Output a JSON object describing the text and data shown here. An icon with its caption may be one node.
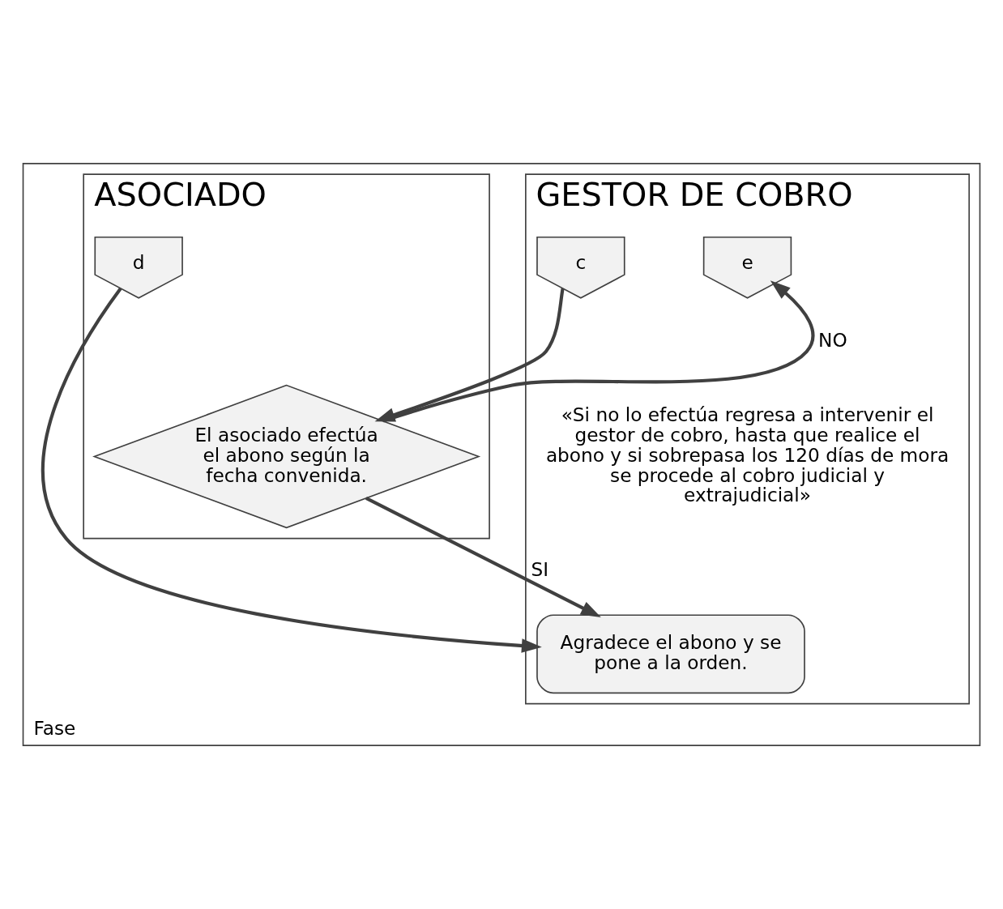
{
  "diagram": {
    "nodes": [
      {
        "text": [
          "Fase"
        ]
      },
      {
        "text": [
          "GESTOR DE COBRO"
        ],
        "in": 0
      },
      {
        "text": [
          "ASOCIADO"
        ],
        "in": 0
      },
      {
        "text": [
          "e"
        ],
        "in": 1
      },
      {
        "text": [
          "c"
        ],
        "in": 1
      },
      {
        "text": [
          "d"
        ],
        "in": 2
      },
      {
        "text": [
          "El asociado efectúa el abono según la fecha convenida."
        ],
        "in": 2
      },
      {
        "text": [
          "Agradece el abono y se pone a la orden."
        ],
        "in": 1
      }
    ],
    "edges": [
      {
        "from": 4,
        "to": 6,
        "arrow": "to"
      },
      {
        "from": 6,
        "to": 3,
        "arrow": "to",
        "label": "NO"
      },
      {
        "from": 6,
        "to": 7,
        "arrow": "to",
        "label": "SI"
      },
      {
        "from": 5,
        "to": 7,
        "arrow": "to"
      }
    ],
    "labels": [
      "«Si no lo efectúa regresa a intervenir el gestor de cobro, hasta que realice el abono y si sobrepasa los 120 días de mora se procede al cobro judicial y extrajudicial»"
    ]
  }
}
